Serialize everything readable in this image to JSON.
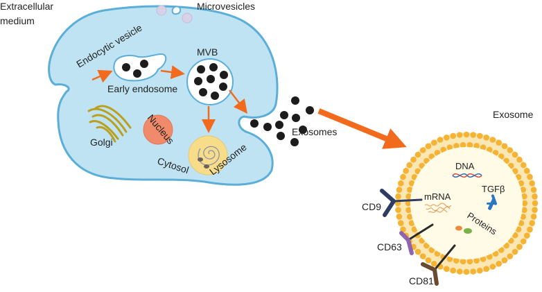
{
  "labels": {
    "extracellular_line1": "Extracellular",
    "extracellular_line2": "medium",
    "microvesicles": "Microvesicles",
    "endocytic_vesicle": "Endocytic vesicle",
    "early_endosome": "Early endosome",
    "mvb": "MVB",
    "golgi": "Golgi",
    "nucleus": "Nucleus",
    "lysosome": "Lysosome",
    "cytosol": "Cytosol",
    "exosomes": "Exosomes",
    "exosome": "Exosome",
    "dna": "DNA",
    "mrna": "mRNA",
    "tgfb": "TGFβ",
    "proteins": "Proteins",
    "cd9": "CD9",
    "cd63": "CD63",
    "cd81": "CD81"
  },
  "colors": {
    "cell_fill": "#bfe3f2",
    "cell_stroke": "#5aaed8",
    "particle": "#1c1c1c",
    "arrow": "#f26b1d",
    "membrane_head": "#f5b335",
    "exosome_inner": "#fffbe6",
    "golgi": "#b9a021",
    "nucleus": "#f08a6a",
    "lysosome": "#f7dd8a",
    "cd9": "#2f3d63",
    "cd63": "#8e63b0",
    "cd81": "#6b4a32",
    "tgfb": "#2a78c2"
  }
}
